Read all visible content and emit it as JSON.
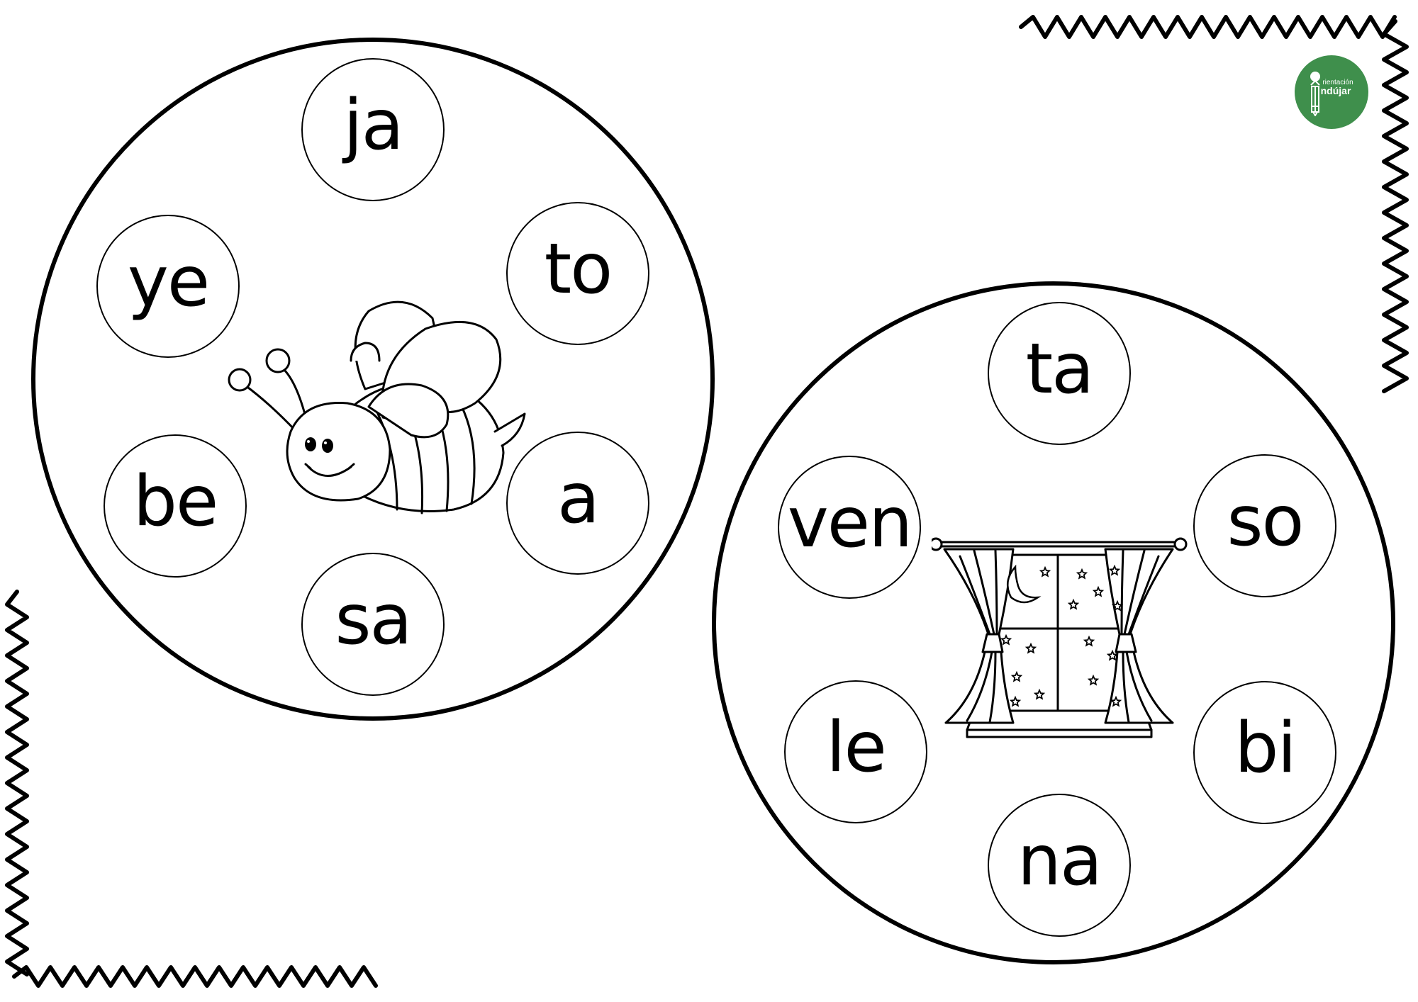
{
  "wheels": [
    {
      "picture": "bee-icon",
      "syllables": [
        "ja",
        "to",
        "a",
        "sa",
        "be",
        "ye"
      ]
    },
    {
      "picture": "window-icon",
      "syllables": [
        "ta",
        "so",
        "bi",
        "na",
        "le",
        "ven"
      ]
    }
  ],
  "logo": {
    "line1": "rientación",
    "line2": "ndújar",
    "color": "#3f8f4c"
  },
  "colors": {
    "ink": "#000000",
    "background": "#ffffff"
  }
}
